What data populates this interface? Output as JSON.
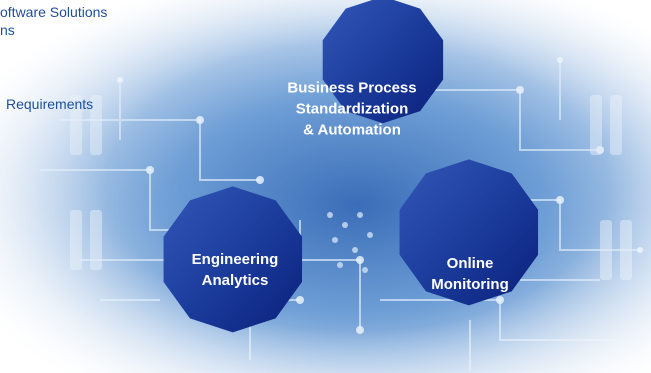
{
  "background_text": {
    "line1": "oftware Solutions",
    "line2": "ns",
    "line3": "Requirements"
  },
  "diagram": {
    "top": {
      "line1": "Business Process",
      "line2": "Standardization",
      "line3": "& Automation"
    },
    "left": {
      "line1": "Engineering",
      "line2": "Analytics"
    },
    "right": {
      "line1": "Online",
      "line2": "Monitoring"
    }
  },
  "colors": {
    "polygon_fill_light": "#2a4fb0",
    "polygon_fill_dark": "#0a1f7a",
    "background_blue": "#4f86c9",
    "text_blue": "#1f4e9c"
  }
}
